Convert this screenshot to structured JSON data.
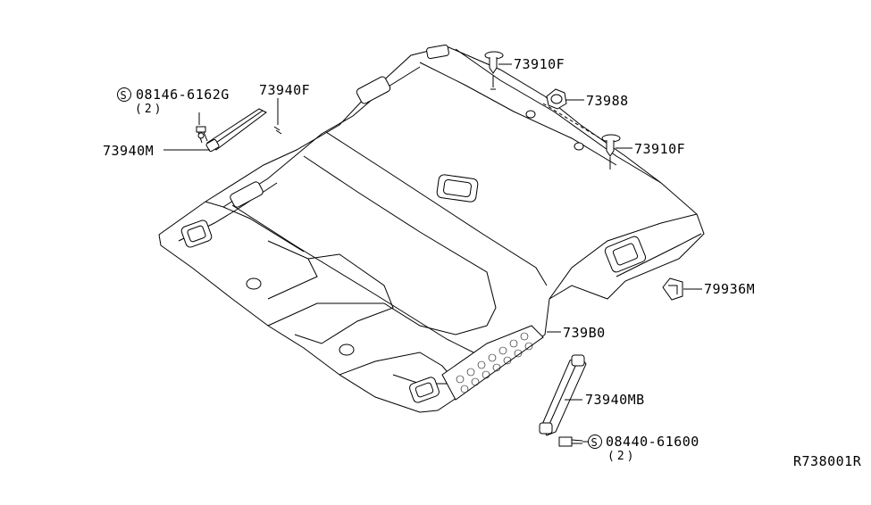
{
  "diagram_id": "R738001R",
  "callouts": [
    {
      "id": "c1",
      "code": "73910F",
      "qty": ""
    },
    {
      "id": "c2",
      "code": "73988",
      "qty": ""
    },
    {
      "id": "c3",
      "code": "73910F",
      "qty": ""
    },
    {
      "id": "c4",
      "code": "73940F",
      "qty": ""
    },
    {
      "id": "c5",
      "code": "08146-6162G",
      "qty": "(2)",
      "standard_symbol": "S"
    },
    {
      "id": "c6",
      "code": "73940M",
      "qty": ""
    },
    {
      "id": "c7",
      "code": "79936M",
      "qty": ""
    },
    {
      "id": "c8",
      "code": "739B0",
      "qty": ""
    },
    {
      "id": "c9",
      "code": "73940MB",
      "qty": ""
    },
    {
      "id": "c10",
      "code": "08440-61600",
      "qty": "(2)",
      "standard_symbol": "S"
    }
  ]
}
